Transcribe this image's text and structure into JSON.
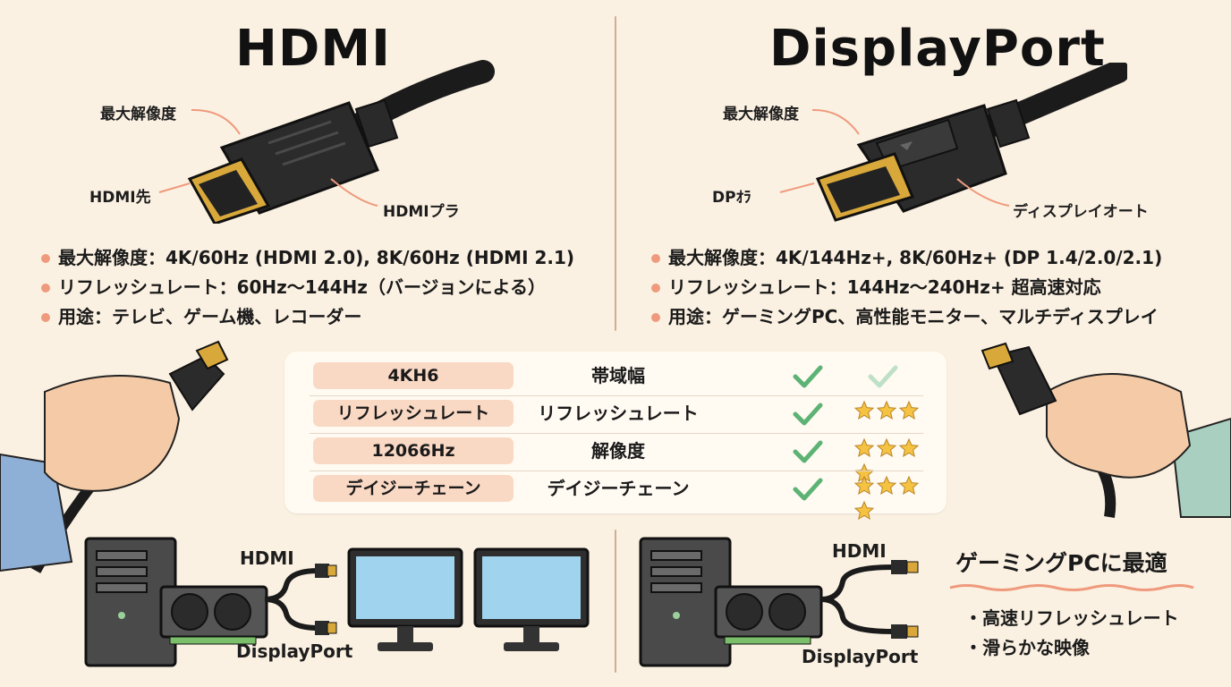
{
  "hdmi": {
    "title": "HDMI",
    "labels": {
      "max_resolution": "最大解像度",
      "tip": "HDMI先",
      "plug": "HDMIプラ"
    },
    "bullets": [
      "最大解像度：4K/60Hz (HDMI 2.0), 8K/60Hz (HDMI 2.1)",
      "リフレッシュレート：60Hz〜144Hz（バージョンによる）",
      "用途：テレビ、ゲーム機、レコーダー"
    ]
  },
  "displayport": {
    "title": "DisplayPort",
    "labels": {
      "max_resolution": "最大解像度",
      "tip": "DPｵﾗ",
      "port": "ディスプレイオート"
    },
    "bullets": [
      "最大解像度：4K/144Hz+, 8K/60Hz+ (DP 1.4/2.0/2.1)",
      "リフレッシュレート：144Hz〜240Hz+ 超高速対応",
      "用途：ゲーミングPC、高性能モニター、マルチディスプレイ"
    ]
  },
  "table": {
    "rows": [
      {
        "left": "4KH6",
        "mid": "帯域幅",
        "stars": 0,
        "check2": true
      },
      {
        "left": "リフレッシュレート",
        "mid": "リフレッシュレート",
        "stars": 3,
        "check2": false
      },
      {
        "left": "12066Hz",
        "mid": "解像度",
        "stars": 4,
        "check2": false
      },
      {
        "left": "デイジーチェーン",
        "mid": "デイジーチェーン",
        "stars": 4,
        "check2": false
      }
    ]
  },
  "bottom_left": {
    "hdmi_label": "HDMI",
    "dp_label": "DisplayPort"
  },
  "bottom_right": {
    "hdmi_label": "HDMI",
    "dp_label": "DisplayPort",
    "heading": "ゲーミングPCに最適",
    "list": [
      "・高速リフレッシュレート",
      "・滑らかな映像"
    ]
  },
  "colors": {
    "background": "#fbf1e2",
    "accent": "#ef9a7d",
    "pill": "#f9d8c4",
    "check": "#5cb374",
    "star": "#f5c242"
  }
}
